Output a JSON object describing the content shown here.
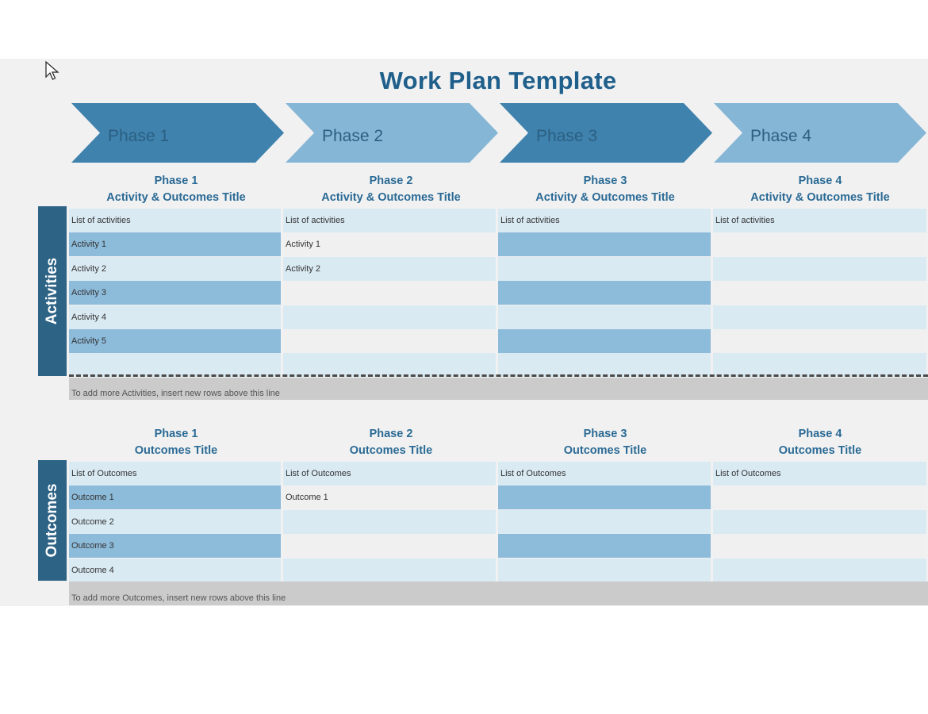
{
  "title": "Work Plan Template",
  "phases": [
    "Phase 1",
    "Phase 2",
    "Phase 3",
    "Phase 4"
  ],
  "activities": {
    "sidebar_label": "Activities",
    "headers": [
      {
        "phase": "Phase 1",
        "title": "Activity & Outcomes Title"
      },
      {
        "phase": "Phase 2",
        "title": "Activity & Outcomes Title"
      },
      {
        "phase": "Phase 3",
        "title": "Activity & Outcomes Title"
      },
      {
        "phase": "Phase 4",
        "title": "Activity & Outcomes Title"
      }
    ],
    "rows": [
      [
        "List of activities",
        "List of activities",
        "List of activities",
        "List of activities"
      ],
      [
        "Activity 1",
        "Activity 1",
        "",
        ""
      ],
      [
        "Activity 2",
        "Activity 2",
        "",
        ""
      ],
      [
        "Activity 3",
        "",
        "",
        ""
      ],
      [
        "Activity 4",
        "",
        "",
        ""
      ],
      [
        "Activity 5",
        "",
        "",
        ""
      ],
      [
        "",
        "",
        "",
        ""
      ]
    ],
    "footer": "To add more Activities, insert new rows above this line"
  },
  "outcomes": {
    "sidebar_label": "Outcomes",
    "headers": [
      {
        "phase": "Phase 1",
        "title": "Outcomes Title"
      },
      {
        "phase": "Phase 2",
        "title": "Outcomes Title"
      },
      {
        "phase": "Phase 3",
        "title": "Outcomes Title"
      },
      {
        "phase": "Phase 4",
        "title": "Outcomes Title"
      }
    ],
    "rows": [
      [
        "List of Outcomes",
        "List of Outcomes",
        "List of Outcomes",
        "List of Outcomes"
      ],
      [
        "Outcome 1",
        "Outcome 1",
        "",
        ""
      ],
      [
        "Outcome 2",
        "",
        "",
        ""
      ],
      [
        "Outcome 3",
        "",
        "",
        ""
      ],
      [
        "Outcome 4",
        "",
        "",
        ""
      ]
    ],
    "footer": "To add more Outcomes, insert new rows above this line"
  },
  "colors": {
    "title": "#1f5f8b",
    "chevron_dark": "#3e82ad",
    "chevron_light": "#86b6d6",
    "sidebar": "#2d6385",
    "cell_light": "#d9eaf3",
    "cell_medium": "#8dbbda",
    "cell_plain": "#f0f0f0"
  }
}
